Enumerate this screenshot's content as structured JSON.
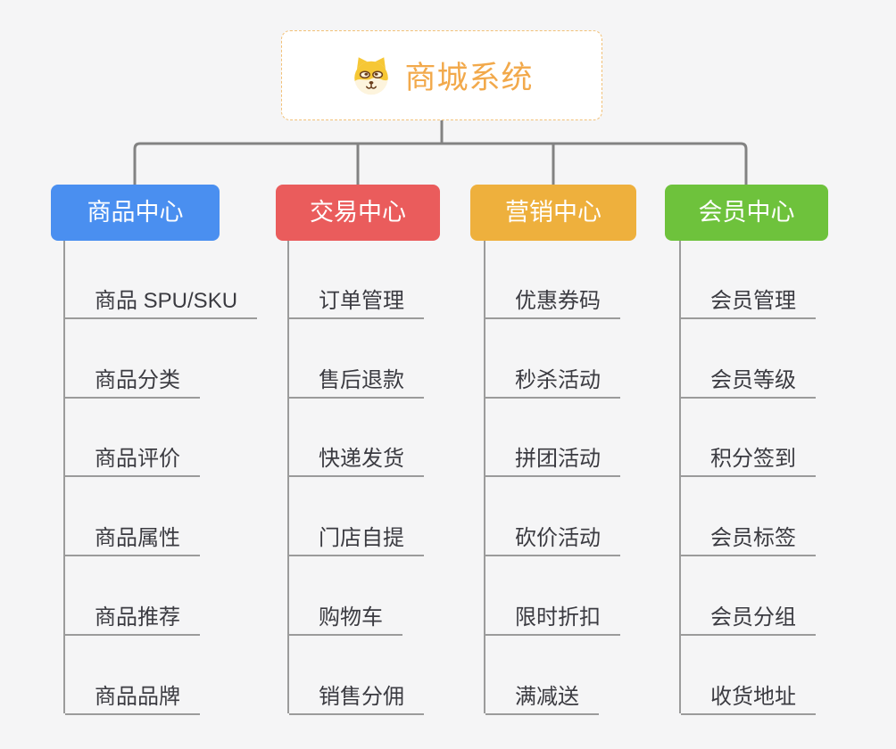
{
  "root": {
    "title": "商城系统",
    "title_color": "#f2a94b",
    "icon": "dog-face-icon",
    "border_color": "#f2c178"
  },
  "colors": {
    "background": "#f5f5f6",
    "connector": "#828282",
    "leaf_line": "#9b9b9b",
    "leaf_text": "#3b3b41"
  },
  "branches": [
    {
      "label": "商品中心",
      "color": "#4a8ff0",
      "items": [
        "商品 SPU/SKU",
        "商品分类",
        "商品评价",
        "商品属性",
        "商品推荐",
        "商品品牌"
      ]
    },
    {
      "label": "交易中心",
      "color": "#ea5c5c",
      "items": [
        "订单管理",
        "售后退款",
        "快递发货",
        "门店自提",
        "购物车",
        "销售分佣"
      ]
    },
    {
      "label": "营销中心",
      "color": "#eeb03d",
      "items": [
        "优惠券码",
        "秒杀活动",
        "拼团活动",
        "砍价活动",
        "限时折扣",
        "满减送"
      ]
    },
    {
      "label": "会员中心",
      "color": "#6ec23c",
      "items": [
        "会员管理",
        "会员等级",
        "积分签到",
        "会员标签",
        "会员分组",
        "收货地址"
      ]
    }
  ]
}
